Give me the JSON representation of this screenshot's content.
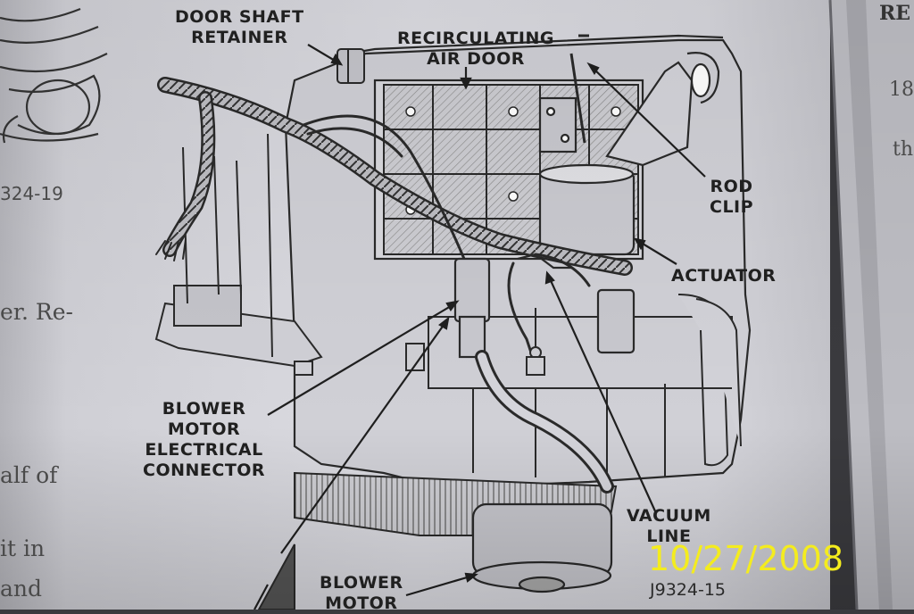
{
  "callouts": {
    "door_shaft_retainer": [
      "DOOR SHAFT",
      "RETAINER"
    ],
    "recirculating_air_door": [
      "RECIRCULATING",
      "AIR DOOR"
    ],
    "rod_clip": [
      "ROD",
      "CLIP"
    ],
    "actuator": "ACTUATOR",
    "blower_motor_connector": [
      "BLOWER",
      "MOTOR",
      "ELECTRICAL",
      "CONNECTOR"
    ],
    "vacuum_line": [
      "VACUUM",
      "LINE"
    ],
    "blower_motor": [
      "BLOWER",
      "MOTOR"
    ]
  },
  "figure_id": "J9324-15",
  "left_page": {
    "fig_ref": "324-19",
    "words": [
      "er. Re-",
      "alf of",
      "it in",
      "and"
    ]
  },
  "right_page": {
    "fragments": [
      "RE",
      "18",
      "th"
    ]
  },
  "date_stamp": "10/27/2008",
  "colors": {
    "paper": "#d8d8de",
    "ink": "#2a2a2a",
    "stamp": "#f4ec1e"
  }
}
